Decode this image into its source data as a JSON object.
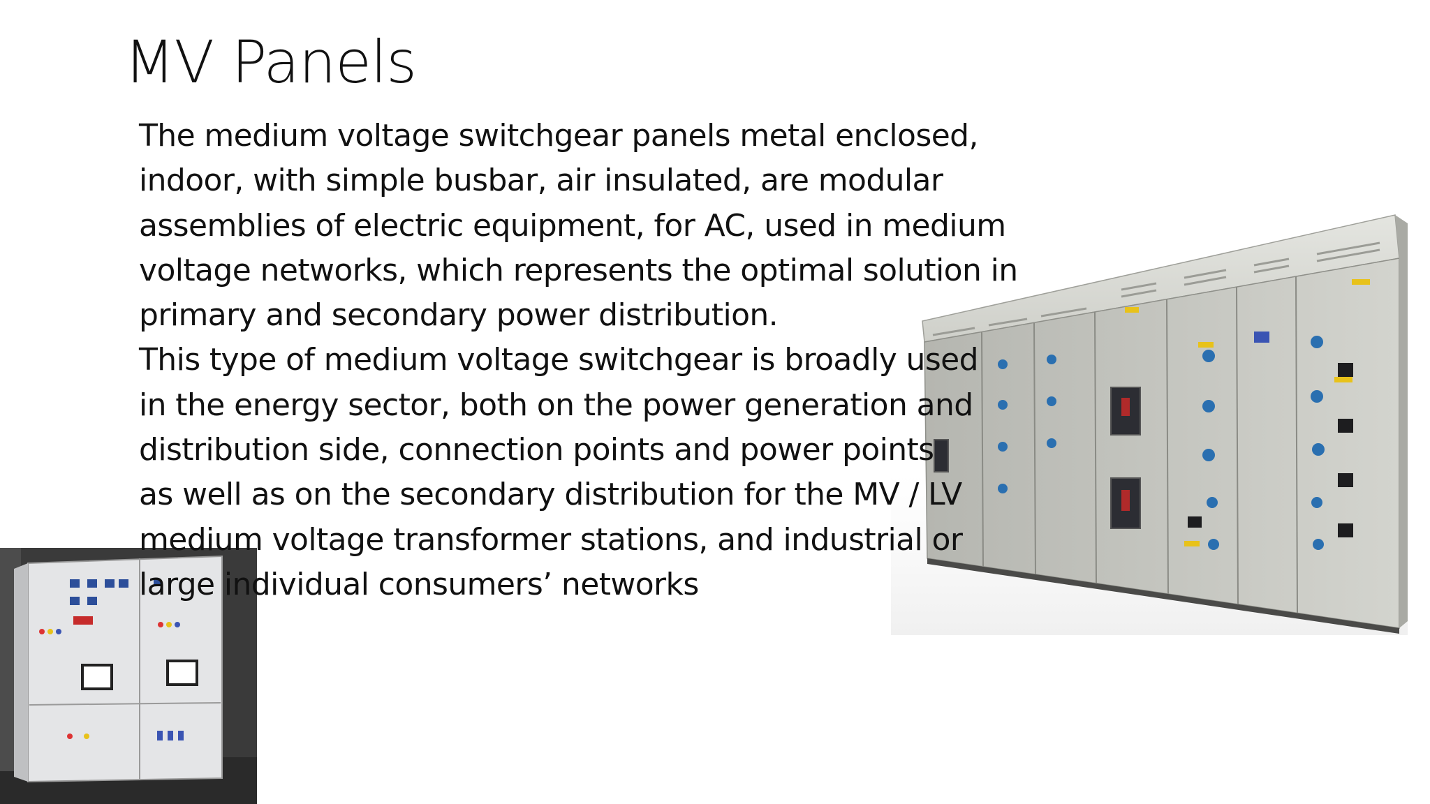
{
  "slide": {
    "title": "MV Panels",
    "body_lines": [
      "The medium voltage switchgear panels metal enclosed,",
      "indoor, with simple busbar, air insulated, are modular",
      "assemblies of electric equipment, for AC, used in medium",
      "voltage networks, which represents the optimal solution in",
      "primary and secondary power distribution.",
      "This type of medium voltage switchgear is broadly used",
      "in the energy sector, both on the power generation and",
      "distribution side, connection points and power points",
      "as well as on the secondary distribution for the MV / LV",
      "medium voltage transformer stations, and industrial or",
      "large individual consumers’ networks"
    ]
  },
  "images": {
    "right": "switchgear-panel-lineup",
    "left": "control-panel-cabinet"
  },
  "colors": {
    "panel_grey": "#c9cac4",
    "knob_blue": "#2a6fb0",
    "label_yellow": "#e8c21a",
    "background": "#ffffff"
  }
}
